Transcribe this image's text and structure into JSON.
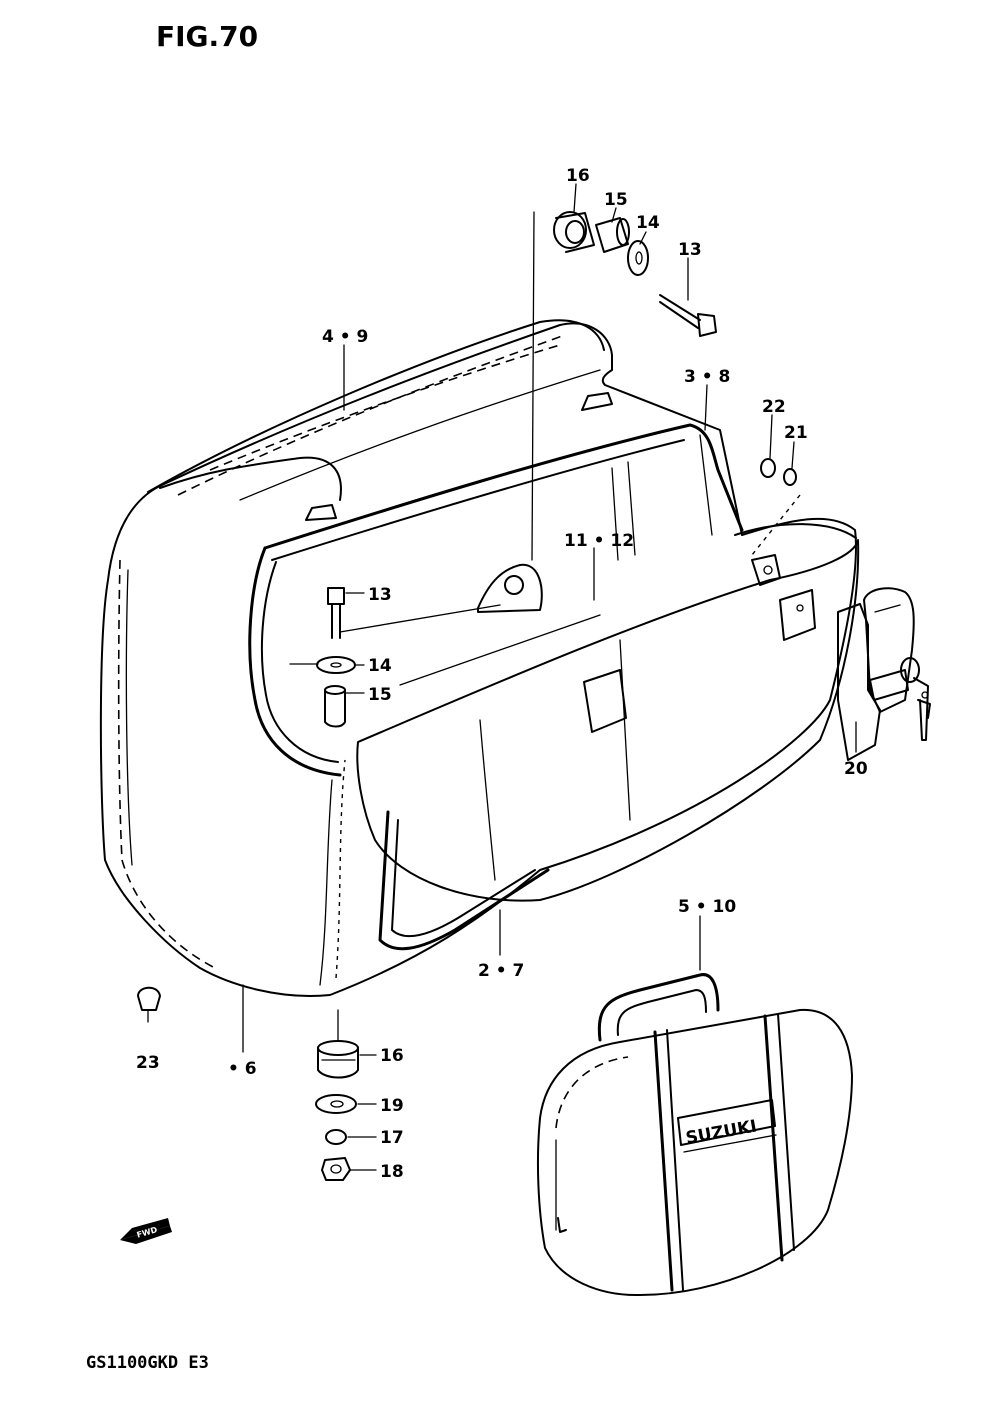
{
  "figure": {
    "title": "FIG.70",
    "model_code": "GS1100GKD  E3",
    "direction_marker": "FWD",
    "bag_logo": "SUZUKI"
  },
  "callouts": [
    {
      "id": "c16a",
      "text": "16"
    },
    {
      "id": "c15a",
      "text": "15"
    },
    {
      "id": "c14a",
      "text": "14"
    },
    {
      "id": "c13a",
      "text": "13"
    },
    {
      "id": "c49",
      "text": "4 • 9"
    },
    {
      "id": "c38",
      "text": "3 • 8"
    },
    {
      "id": "c22",
      "text": "22"
    },
    {
      "id": "c21",
      "text": "21"
    },
    {
      "id": "c1112",
      "text": "11 • 12"
    },
    {
      "id": "c13b",
      "text": "13"
    },
    {
      "id": "c14b",
      "text": "14"
    },
    {
      "id": "c15b",
      "text": "15"
    },
    {
      "id": "c20",
      "text": "20"
    },
    {
      "id": "c510",
      "text": "5 • 10"
    },
    {
      "id": "c27",
      "text": "2 • 7"
    },
    {
      "id": "c23",
      "text": "23"
    },
    {
      "id": "c16",
      "text": "• 6"
    },
    {
      "id": "c16b",
      "text": "16"
    },
    {
      "id": "c19",
      "text": "19"
    },
    {
      "id": "c17",
      "text": "17"
    },
    {
      "id": "c18",
      "text": "18"
    }
  ]
}
